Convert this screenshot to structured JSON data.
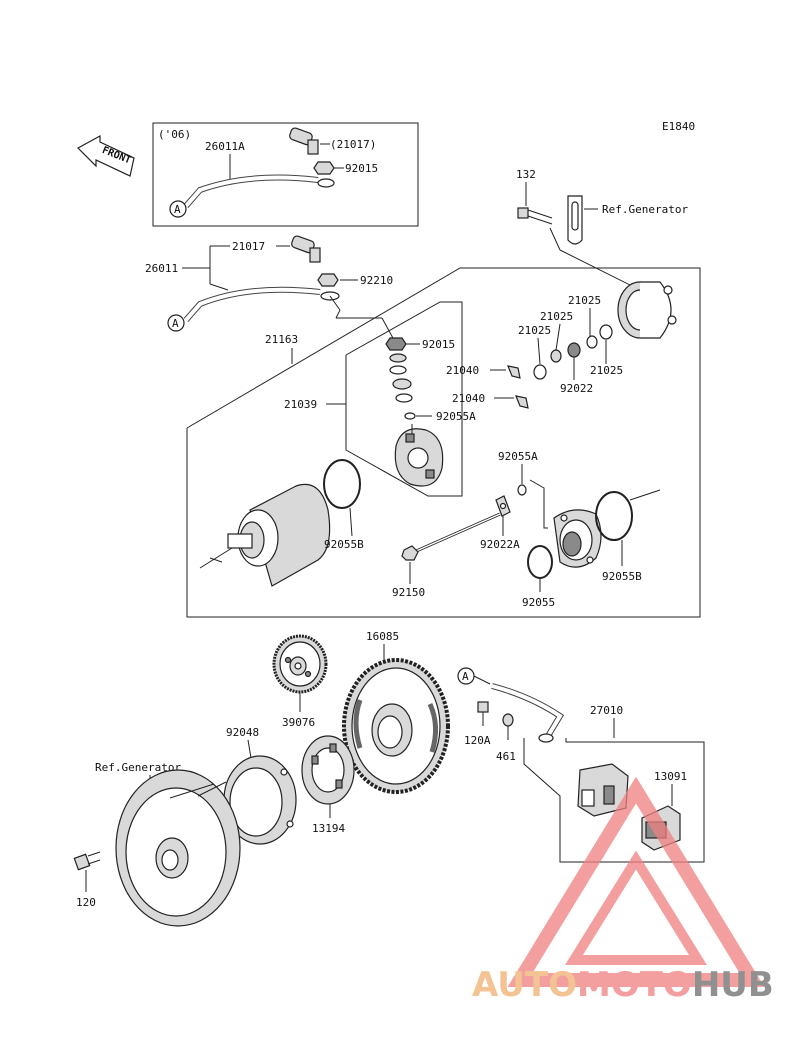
{
  "diagram_id": "E1840",
  "front_label": "FRONT",
  "year_note": "('06)",
  "ref_a": "A",
  "ref_generator": "Ref.Generator",
  "parts": {
    "p26011A": "26011A",
    "p21017b": "(21017)",
    "p92015top": "92015",
    "p21017": "21017",
    "p26011": "26011",
    "p92210": "92210",
    "p132": "132",
    "p21163": "21163",
    "p92015": "92015",
    "p21040a": "21040",
    "p21040b": "21040",
    "p21039": "21039",
    "p92055A": "92055A",
    "p92055Ab": "92055A",
    "p21025a": "21025",
    "p21025b": "21025",
    "p21025c": "21025",
    "p21025d": "21025",
    "p92022": "92022",
    "p92022A": "92022A",
    "p92055B": "92055B",
    "p92055Bb": "92055B",
    "p92150": "92150",
    "p92055": "92055",
    "p16085": "16085",
    "p39076": "39076",
    "p92048": "92048",
    "p13194": "13194",
    "p120": "120",
    "p120A": "120A",
    "p461": "461",
    "p27010": "27010",
    "p13091": "13091"
  },
  "watermark": {
    "part1": "AUTO",
    "part2": "MOTO",
    "part3": "HUB",
    "color_primary": "#f08080",
    "color_secondary": "#f0b070",
    "color_dark": "#6b6b6b"
  }
}
